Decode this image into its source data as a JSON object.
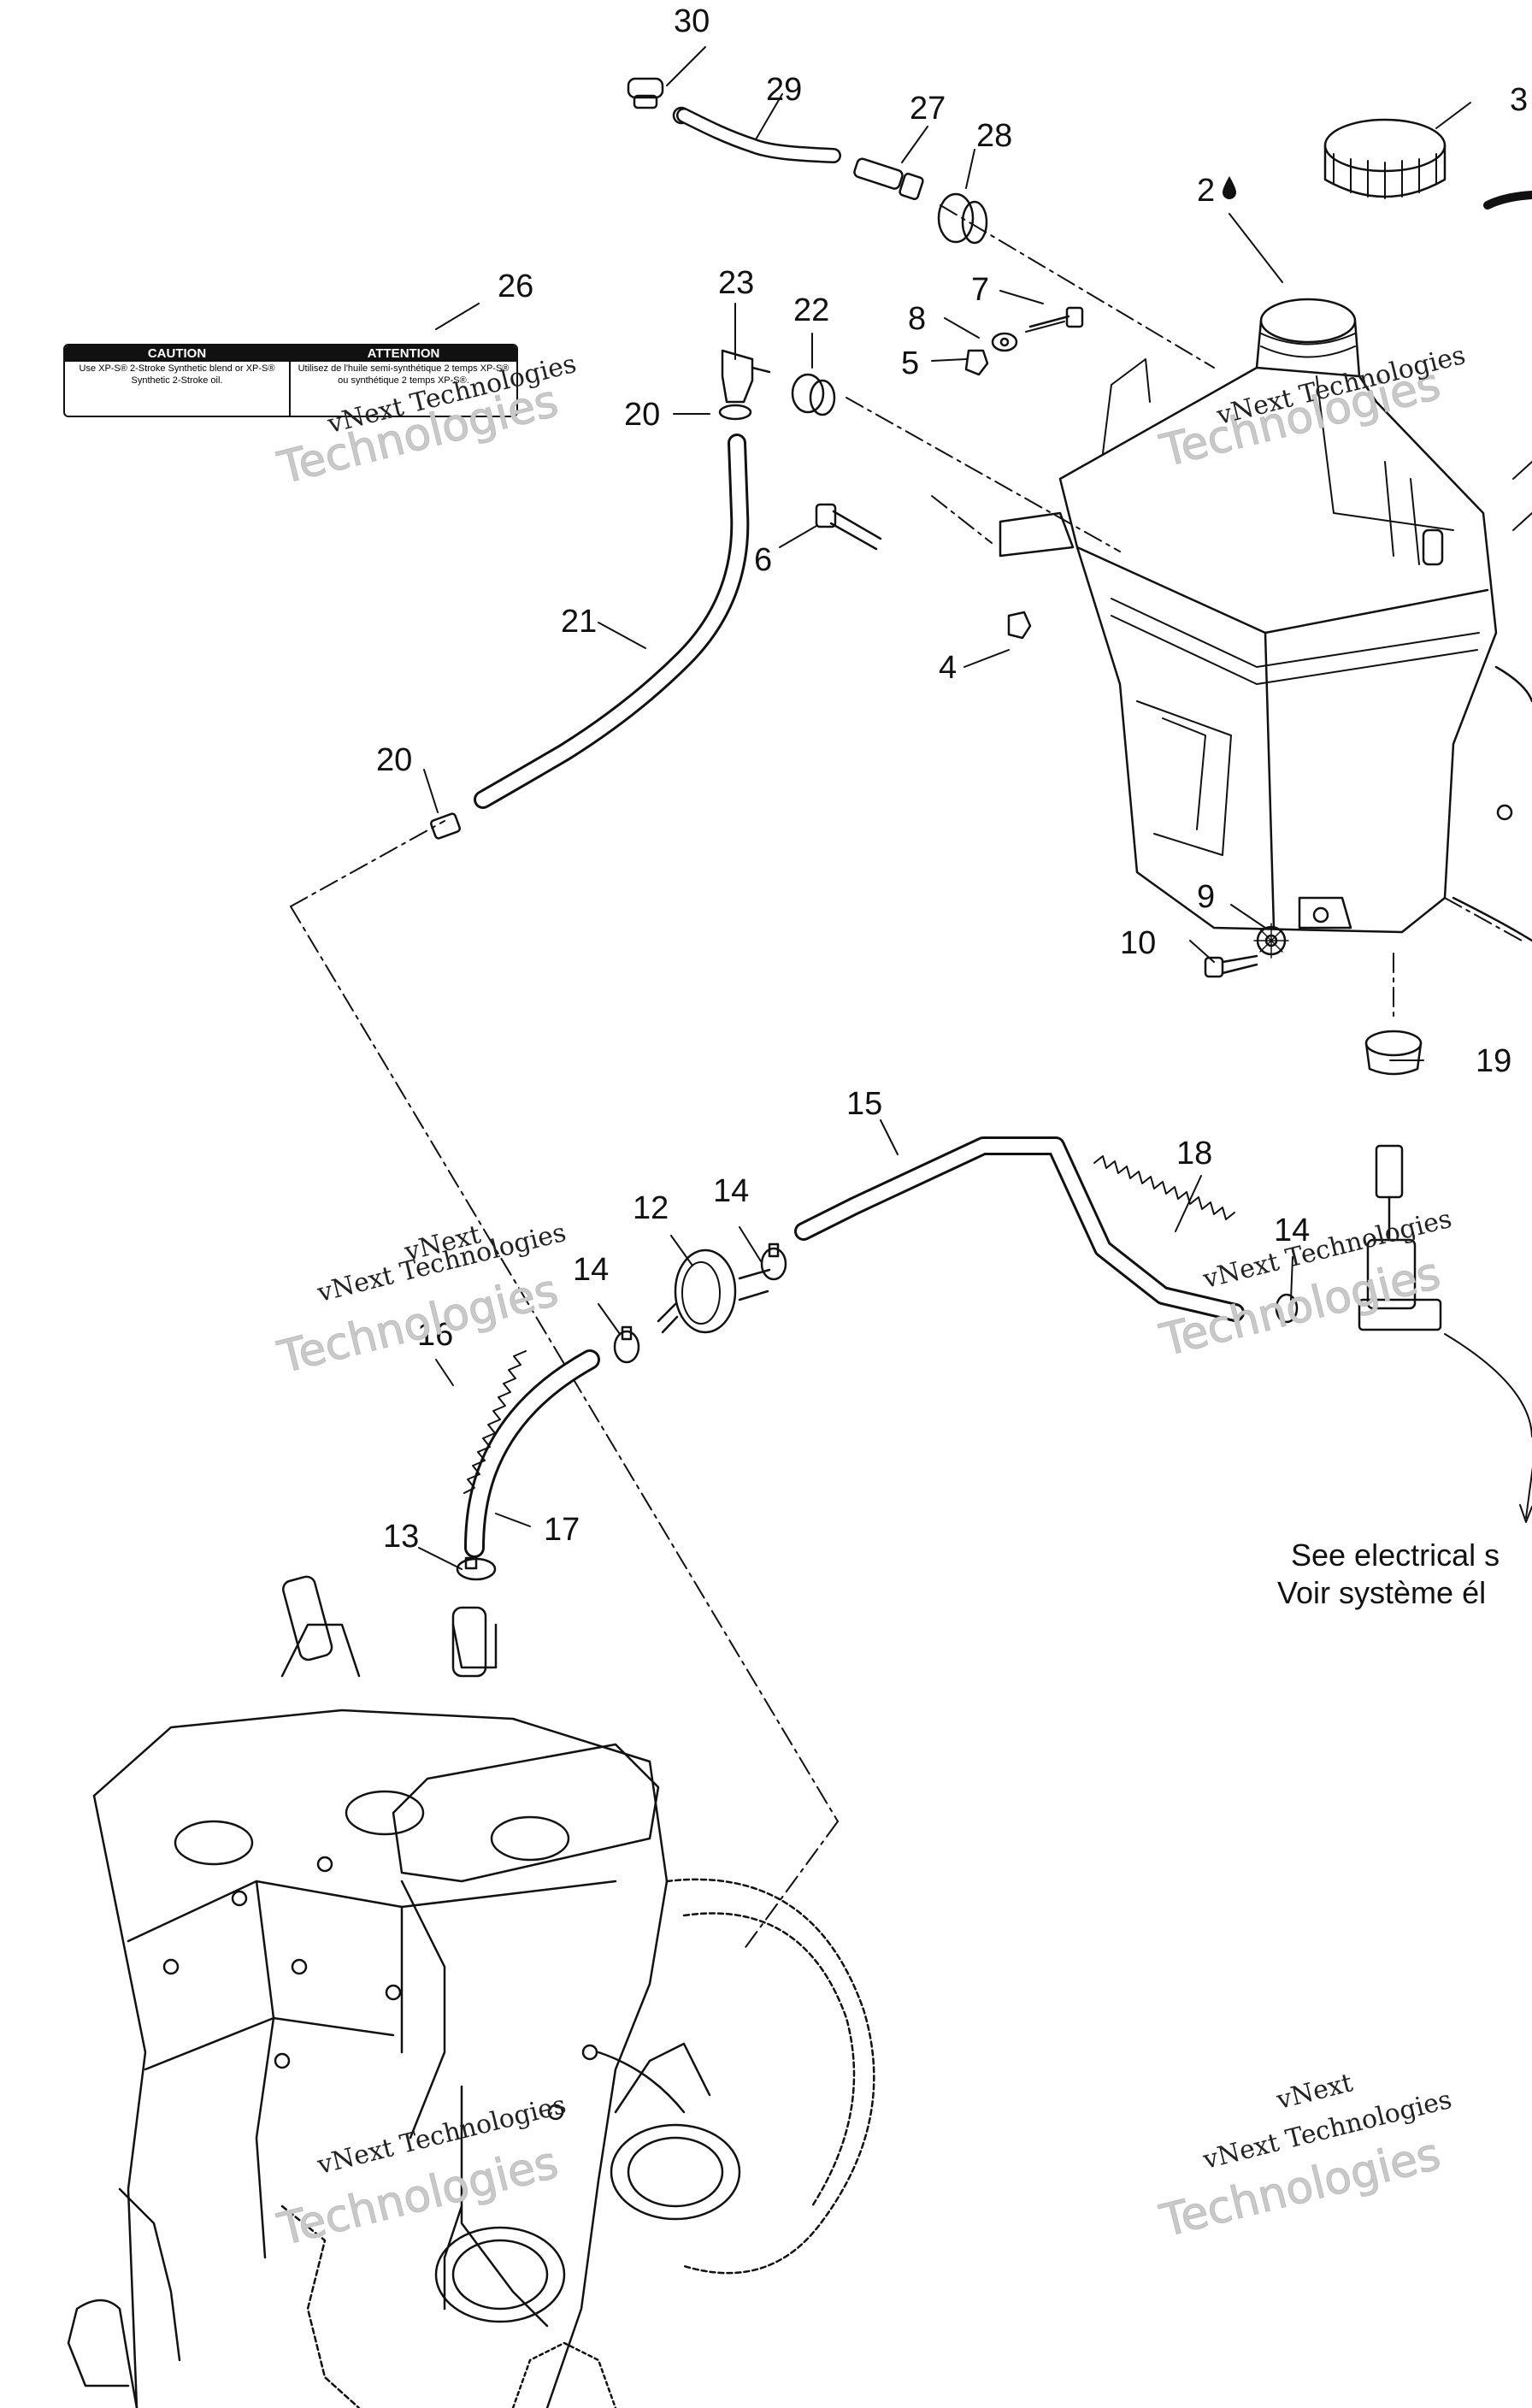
{
  "callouts": [
    "30",
    "29",
    "27",
    "28",
    "3",
    "2",
    "26",
    "23",
    "22",
    "7",
    "8",
    "5",
    "20",
    "6",
    "21",
    "4",
    "20",
    "9",
    "10",
    "19",
    "15",
    "18",
    "12",
    "14",
    "14",
    "14",
    "16",
    "17",
    "13"
  ],
  "notes": {
    "line1": "See electrical s",
    "line2": "Voir système él"
  },
  "caution_label": {
    "caution_title": "CAUTION",
    "caution_text": "Use XP-S® 2-Stroke Synthetic blend or XP-S® Synthetic 2-Stroke oil.",
    "attention_title": "ATTENTION",
    "attention_text": "Utilisez de l'huile semi-synthétique 2 temps XP-S® ou synthétique 2 temps XP-S®."
  },
  "watermark": {
    "line1": "vNext",
    "line2": "vNext Technologies",
    "line3": "Technologies"
  },
  "icons": {
    "drop": "oil-drop-icon"
  }
}
